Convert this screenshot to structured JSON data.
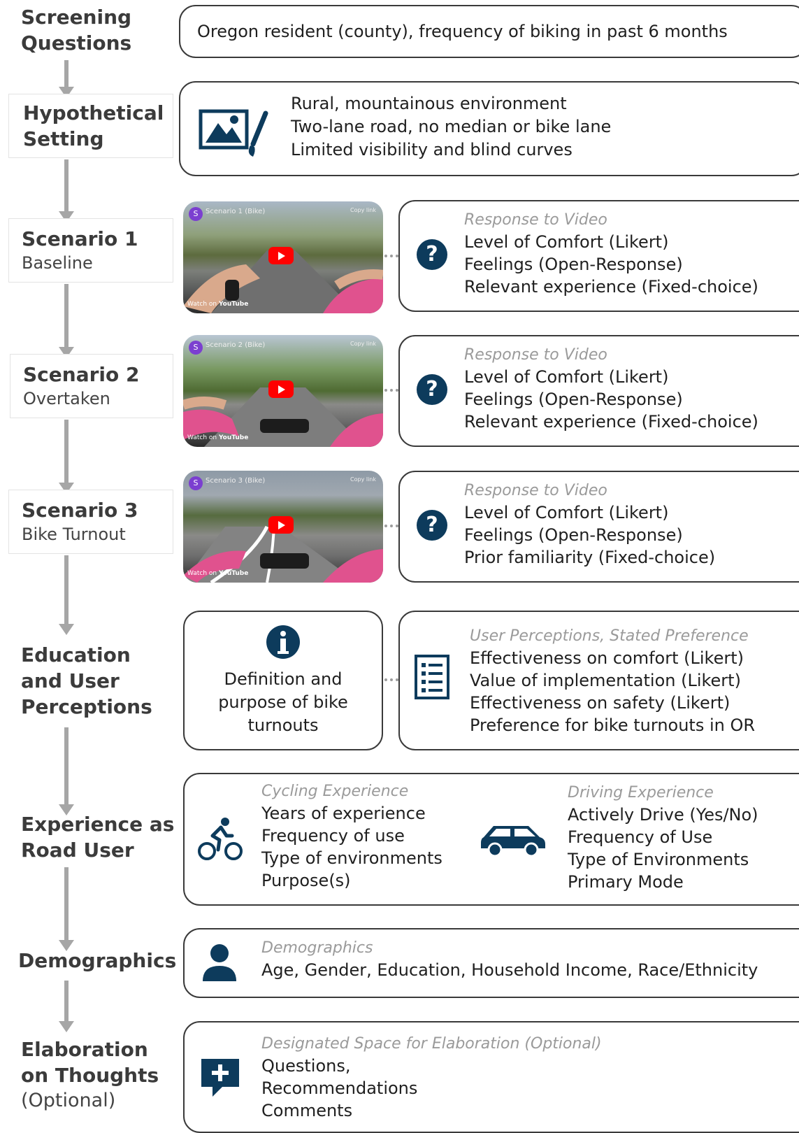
{
  "colors": {
    "icon_navy": "#0d3b5c",
    "arrow_gray": "#a6a6a6",
    "box_border": "#3a3a3a",
    "header_gray": "#9a9a9a",
    "youtube_red": "#ff0000"
  },
  "stages": [
    {
      "title": "Screening Questions",
      "title_lines": [
        "Screening",
        "Questions"
      ],
      "subtitle": ""
    },
    {
      "title": "Hypothetical Setting",
      "title_lines": [
        "Hypothetical",
        "Setting"
      ],
      "subtitle": ""
    },
    {
      "title": "Scenario 1",
      "title_lines": [
        "Scenario 1"
      ],
      "subtitle": "Baseline"
    },
    {
      "title": "Scenario 2",
      "title_lines": [
        "Scenario 2"
      ],
      "subtitle": "Overtaken"
    },
    {
      "title": "Scenario 3",
      "title_lines": [
        "Scenario 3"
      ],
      "subtitle": "Bike Turnout"
    },
    {
      "title": "Education and User Perceptions",
      "title_lines": [
        "Education",
        "and User",
        "Perceptions"
      ],
      "subtitle": ""
    },
    {
      "title": "Experience as Road User",
      "title_lines": [
        "Experience as",
        "Road User"
      ],
      "subtitle": ""
    },
    {
      "title": "Demographics",
      "title_lines": [
        "Demographics"
      ],
      "subtitle": ""
    },
    {
      "title": "Elaboration on Thoughts",
      "title_lines": [
        "Elaboration",
        "on Thoughts"
      ],
      "subtitle": "(Optional)"
    }
  ],
  "screening": {
    "text": "Oregon resident (county), frequency of biking in past 6 months"
  },
  "setting": {
    "icon": "landscape-paintbrush-icon",
    "lines": [
      "Rural, mountainous environment",
      "Two-lane road, no median or bike lane",
      "Limited visibility and blind curves"
    ]
  },
  "scenarios": [
    {
      "video": {
        "avatar": "S",
        "title": "Scenario 1 (Bike)",
        "copy": "Copy link",
        "watch": "Watch on",
        "brand": "YouTube"
      },
      "icon": "question-icon",
      "header": "Response to Video",
      "lines": [
        "Level of Comfort (Likert)",
        "Feelings (Open-Response)",
        "Relevant experience (Fixed-choice)"
      ]
    },
    {
      "video": {
        "avatar": "S",
        "title": "Scenario 2 (Bike)",
        "copy": "Copy link",
        "watch": "Watch on",
        "brand": "YouTube"
      },
      "icon": "question-icon",
      "header": "Response to Video",
      "lines": [
        "Level of Comfort (Likert)",
        "Feelings (Open-Response)",
        "Relevant experience (Fixed-choice)"
      ]
    },
    {
      "video": {
        "avatar": "S",
        "title": "Scenario 3 (Bike)",
        "copy": "Copy link",
        "watch": "Watch on",
        "brand": "YouTube"
      },
      "icon": "question-icon",
      "header": "Response to Video",
      "lines": [
        "Level of Comfort (Likert)",
        "Feelings (Open-Response)",
        "Prior familiarity (Fixed-choice)"
      ]
    }
  ],
  "education": {
    "info_icon": "info-icon",
    "info_lines": [
      "Definition and",
      "purpose of bike",
      "turnouts"
    ],
    "list_icon": "checklist-icon",
    "header": "User Perceptions, Stated Preference",
    "lines": [
      "Effectiveness on comfort (Likert)",
      "Value of implementation (Likert)",
      "Effectiveness on safety (Likert)",
      "Preference for bike turnouts in OR"
    ]
  },
  "experience": {
    "cycling": {
      "icon": "bicyclist-icon",
      "header": "Cycling Experience",
      "lines": [
        "Years of experience",
        "Frequency of use",
        "Type of environments",
        "Purpose(s)"
      ]
    },
    "driving": {
      "icon": "car-icon",
      "header": "Driving Experience",
      "lines": [
        "Actively Drive (Yes/No)",
        "Frequency of Use",
        "Type of Environments",
        "Primary Mode"
      ]
    }
  },
  "demographics": {
    "icon": "person-icon",
    "header": "Demographics",
    "text": "Age, Gender, Education, Household Income, Race/Ethnicity"
  },
  "elaboration": {
    "icon": "add-comment-icon",
    "header": "Designated Space for Elaboration (Optional)",
    "lines": [
      "Questions,",
      "Recommendations",
      "Comments"
    ]
  }
}
